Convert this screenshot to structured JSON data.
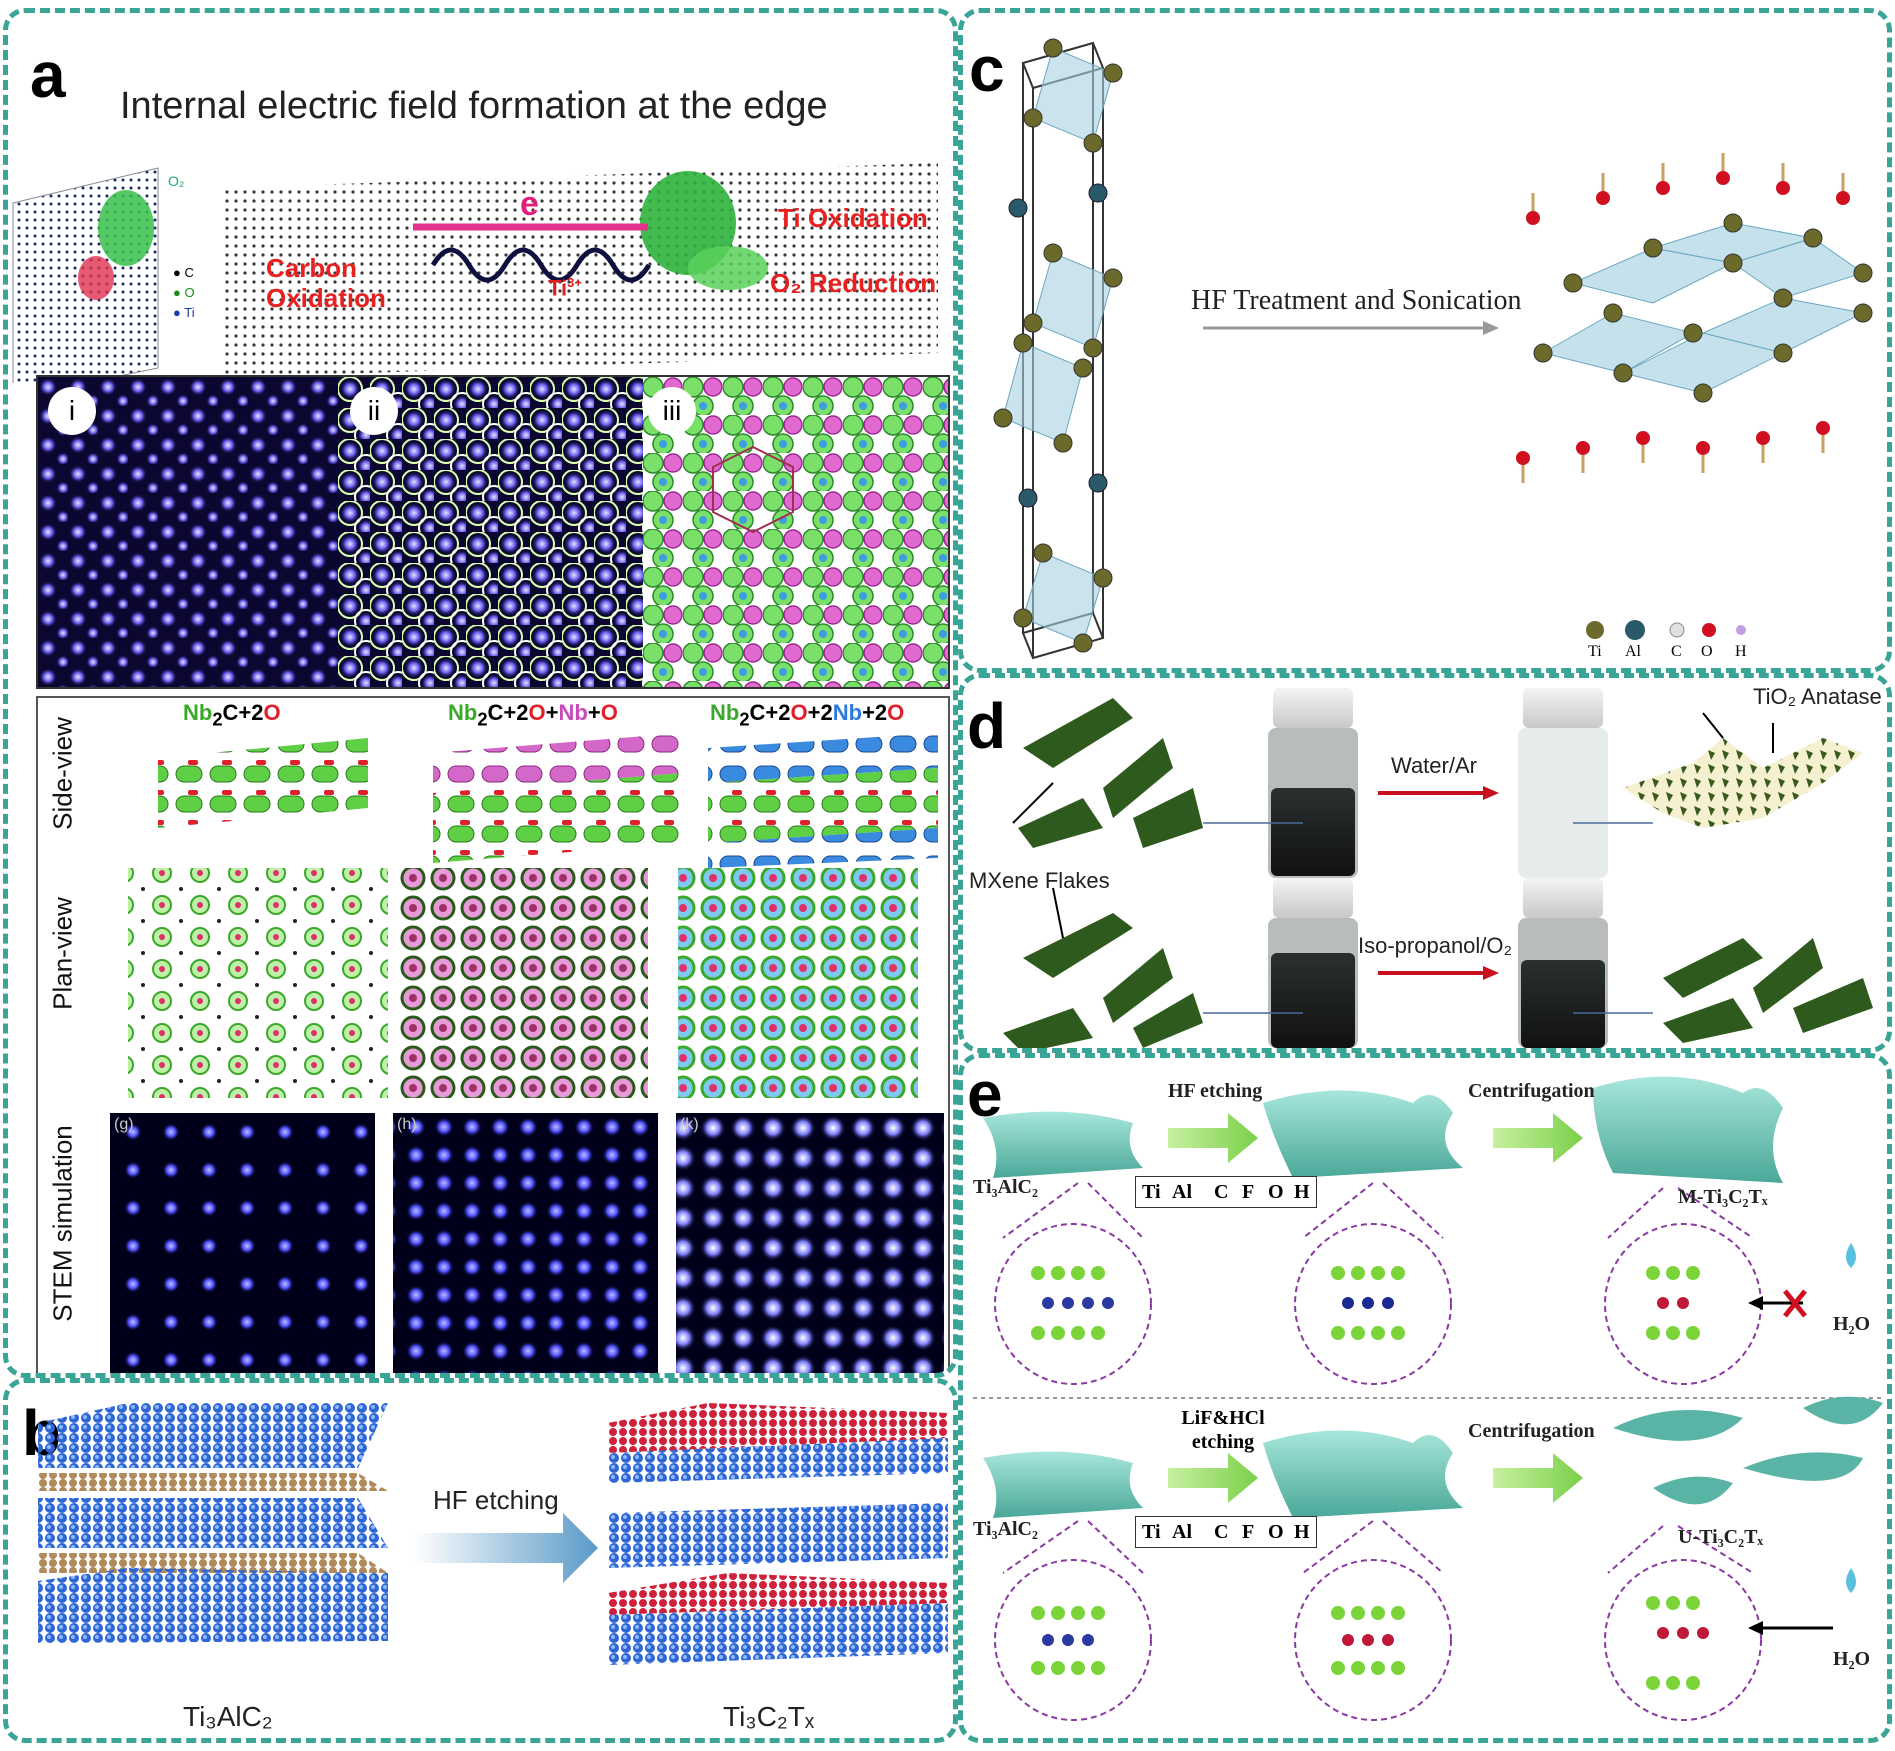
{
  "panel_a": {
    "label": "a",
    "title": "Internal electric field formation at the edge",
    "electron": "e",
    "ti_label": "Ti",
    "ti_sup": "3+",
    "carbon_oxidation": "Carbon Oxidation",
    "ti_oxidation": "Ti Oxidation",
    "o2_reduction": "O₂ Reduction",
    "o2_small": "O₂",
    "legend": [
      "C",
      "O",
      "Ti"
    ],
    "stem_labels": [
      "i",
      "ii",
      "iii"
    ],
    "row_labels": [
      "Side-view",
      "Plan-view",
      "STEM simulation"
    ],
    "formulas": [
      {
        "nb": "Nb",
        "sub": "2",
        "rest": "C+2",
        "o": "O"
      },
      {
        "nb": "Nb",
        "sub": "2",
        "rest": "C+2",
        "o": "O",
        "plus": "+",
        "nb2": "Nb",
        "plus2": "+",
        "o2": "O"
      },
      {
        "nb": "Nb",
        "sub": "2",
        "rest": "C+2",
        "o": "O",
        "plus": "+2",
        "nb2": "Nb",
        "plus2": "+2",
        "o2": "O"
      }
    ],
    "sim_labels": [
      "(g)",
      "(h)",
      "(k)"
    ]
  },
  "panel_b": {
    "label": "b",
    "arrow_label": "HF etching",
    "left_name": "Ti₃AlC₂",
    "right_name": "Ti₃C₂Tₓ"
  },
  "panel_c": {
    "label": "c",
    "arrow_label": "HF Treatment and Sonication",
    "legend": [
      "Ti",
      "Al",
      "C",
      "O",
      "H"
    ]
  },
  "panel_d": {
    "label": "d",
    "flakes_label": "MXene Flakes",
    "anatase_label": "TiO₂ Anatase",
    "top_arrow": "Water/Ar",
    "bottom_arrow": "Iso-propanol/O₂"
  },
  "panel_e": {
    "label": "e",
    "top": {
      "step1": "HF etching",
      "step2": "Centrifugation",
      "start": "Ti₃AlC₂",
      "end": "M-Ti₃C₂Tₓ",
      "water": "H₂O"
    },
    "bottom": {
      "step1": "LiF&HCl etching",
      "step2": "Centrifugation",
      "start": "Ti₃AlC₂",
      "end": "U-Ti₃C₂Tₓ",
      "water": "H₂O"
    },
    "legend": [
      "Ti",
      "Al",
      "C",
      "F",
      "O",
      "H"
    ]
  },
  "colors": {
    "frame": "#3aa596",
    "stem_bg": "#0b0730",
    "nb_green": "#5fcf45",
    "o_red": "#e0202a",
    "nb_magenta": "#d468c8",
    "mxene_green": "#2f5a1e",
    "e_teal": "#7fd3c4"
  }
}
